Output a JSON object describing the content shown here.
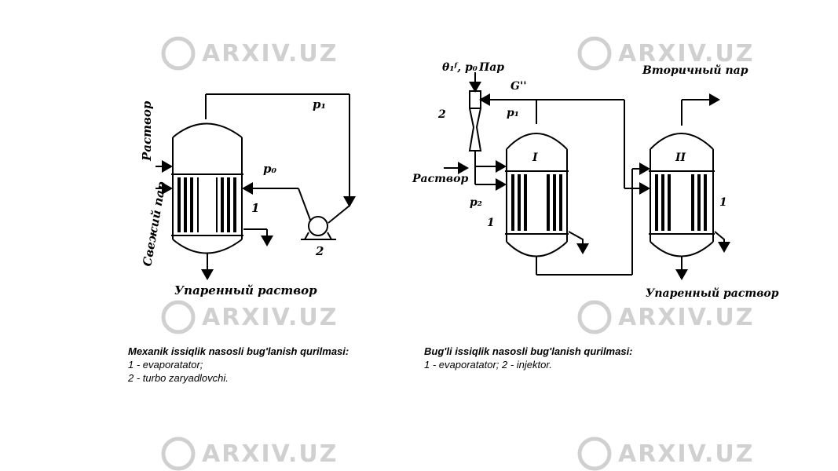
{
  "watermark": "ARXIV.UZ",
  "left_figure": {
    "labels": {
      "solution": "Раствор",
      "fresh_steam": "Свежий пар",
      "p1": "p₁",
      "p0": "p₀",
      "item1": "1",
      "item2": "2",
      "evaporated_solution": "Упаренный раствор"
    },
    "caption_title": "Mexanik issiqlik nasosli bug'lanish qurilmasi:",
    "caption_lines": [
      "1 - evaporatator;",
      "2 - turbo zaryadlovchi."
    ]
  },
  "right_figure": {
    "labels": {
      "steam_params": "θ₁ᶠ, p₀",
      "steam": "Пар",
      "g": "G''",
      "p1": "p₁",
      "p2": "p₂",
      "injector_num": "2",
      "solution": "Раствор",
      "vessel_1": "I",
      "vessel_2": "II",
      "item1a": "1",
      "item1b": "1",
      "secondary_steam": "Вторичный пар",
      "evaporated_solution": "Упаренный раствор"
    },
    "caption_title": "Bug'li issiqlik nasosli bug'lanish qurilmasi:",
    "caption_line": "1 - evaporatator; 2 - injektor."
  }
}
